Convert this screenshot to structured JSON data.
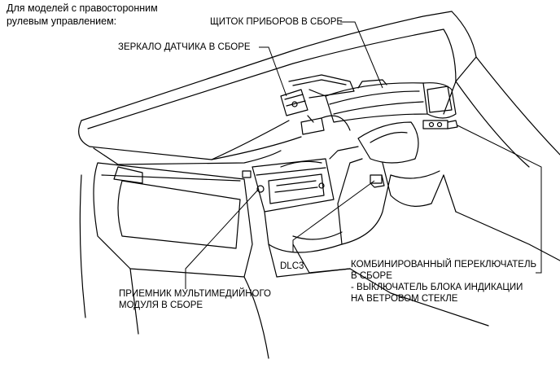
{
  "note": {
    "line1": "Для моделей с правосторонним",
    "line2": "рулевым управлением:"
  },
  "labels": {
    "instrument_cluster": "ЩИТОК ПРИБОРОВ В СБОРЕ",
    "sensor_mirror": "ЗЕРКАЛО ДАТЧИКА В СБОРЕ",
    "dlc3": "DLC3",
    "multimedia_receiver_1": "ПРИЕМНИК МУЛЬТИМЕДИЙНОГО",
    "multimedia_receiver_2": "МОДУЛЯ В СБОРЕ",
    "combo_switch_1": "КОМБИНИРОВАННЫЙ ПЕРЕКЛЮЧАТЕЛЬ",
    "combo_switch_2": "В СБОРЕ",
    "combo_switch_3": "- ВЫКЛЮЧАТЕЛЬ БЛОКА ИНДИКАЦИИ",
    "combo_switch_4": "НА ВЕТРОВОМ СТЕКЛЕ"
  },
  "colors": {
    "line": "#000000",
    "background": "#ffffff"
  }
}
